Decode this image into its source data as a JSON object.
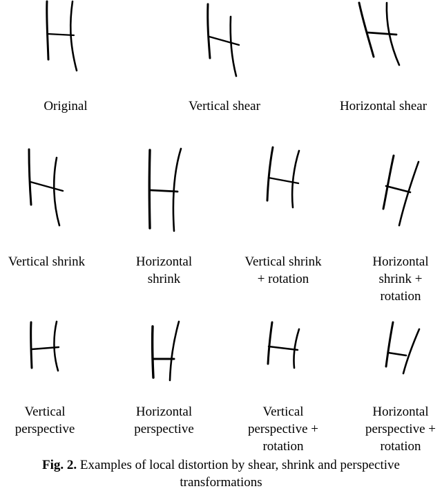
{
  "figure": {
    "panels": [
      {
        "label": "Original",
        "glyph": "letter-h-original"
      },
      {
        "label": "Vertical shear",
        "glyph": "letter-h-vertical-shear"
      },
      {
        "label": "Horizontal shear",
        "glyph": "letter-h-horizontal-shear"
      },
      {
        "label": "Vertical shrink",
        "glyph": "letter-h-vertical-shrink"
      },
      {
        "label": "Horizontal\nshrink",
        "glyph": "letter-h-horizontal-shrink"
      },
      {
        "label": "Vertical shrink\n+ rotation",
        "glyph": "letter-h-vertical-shrink-rotation"
      },
      {
        "label": "Horizontal\nshrink +\nrotation",
        "glyph": "letter-h-horizontal-shrink-rotation"
      },
      {
        "label": "Vertical\nperspective",
        "glyph": "letter-h-vertical-perspective"
      },
      {
        "label": "Horizontal\nperspective",
        "glyph": "letter-h-horizontal-perspective"
      },
      {
        "label": "Vertical\nperspective +\nrotation",
        "glyph": "letter-h-vertical-perspective-rotation"
      },
      {
        "label": "Horizontal\nperspective +\nrotation",
        "glyph": "letter-h-horizontal-perspective-rotation"
      }
    ],
    "caption": {
      "lead": "Fig. 2.",
      "text": " Examples of local distortion by shear, shrink and perspective transformations"
    }
  }
}
